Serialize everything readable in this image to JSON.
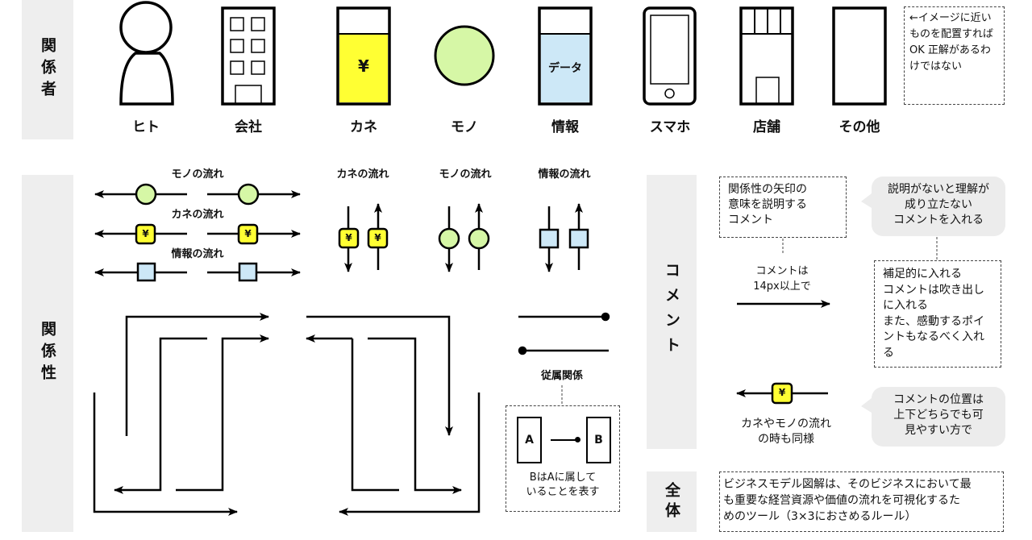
{
  "sections": {
    "stakeholders": "関係者",
    "relationships": "関係性",
    "comments": "コメント",
    "overall": "全体"
  },
  "stakeholders": [
    {
      "icon": "person-icon",
      "label": "ヒト"
    },
    {
      "icon": "building-icon",
      "label": "会社"
    },
    {
      "icon": "money-icon",
      "label": "カネ",
      "symbol": "¥",
      "color": "#ffff33"
    },
    {
      "icon": "goods-icon",
      "label": "モノ",
      "color": "#d6f7a6"
    },
    {
      "icon": "data-icon",
      "label": "情報",
      "symbol": "データ",
      "color": "#cde8f7"
    },
    {
      "icon": "smartphone-icon",
      "label": "スマホ"
    },
    {
      "icon": "store-icon",
      "label": "店舗"
    },
    {
      "icon": "other-icon",
      "label": "その他"
    }
  ],
  "stakeholder_note": "←イメージに近いものを配置すればOK 正解があるわけではない",
  "flows": {
    "horizontal": [
      {
        "title": "モノの流れ",
        "marker": "circle"
      },
      {
        "title": "カネの流れ",
        "marker": "yen",
        "symbol": "¥"
      },
      {
        "title": "情報の流れ",
        "marker": "square"
      }
    ],
    "vertical": [
      {
        "title": "カネの流れ",
        "marker": "yen",
        "symbol": "¥"
      },
      {
        "title": "モノの流れ",
        "marker": "circle"
      },
      {
        "title": "情報の流れ",
        "marker": "square"
      }
    ]
  },
  "subordinate": {
    "title": "従属関係",
    "box_a": "A",
    "box_b": "B",
    "caption_1": "BはAに属して",
    "caption_2": "いることを表す"
  },
  "comments": {
    "arrow_meaning": [
      "関係性の矢印の",
      "意味を説明する",
      "コメント"
    ],
    "size_rule": [
      "コメントは",
      "14px以上で"
    ],
    "required_bubble": [
      "説明がないと理解が",
      "成り立たない",
      "コメントを入れる"
    ],
    "supplement": [
      "補足的に入れる",
      "コメントは吹き出し",
      "に入れる",
      "また、感動するポイ",
      "ントもなるべく入れ",
      "る"
    ],
    "same_for_flows": [
      "カネやモノの流れ",
      "の時も同様"
    ],
    "position_bubble": [
      "コメントの位置は",
      "上下どちらでも可",
      "見やすい方で"
    ],
    "yen_symbol": "¥"
  },
  "overall_text": [
    "ビジネスモデル図解は、そのビジネスにおいて最",
    "も重要な経営資源や価値の流れを可視化するた",
    "めのツール（3×3におさめるルール）"
  ],
  "colors": {
    "section_bg": "#eeeeee",
    "money": "#ffff33",
    "goods": "#d6f7a6",
    "info": "#cde8f7",
    "bubble": "#ececec"
  }
}
